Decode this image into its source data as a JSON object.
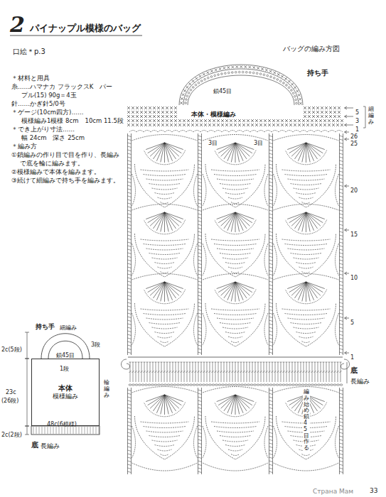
{
  "diagram": {
    "title": "パイナップル模様のバッグ",
    "nodes": [
      {
        "text": [
          "本体",
          "模様編み"
        ]
      }
    ],
    "labels": [
      "2",
      "口絵＊p.3",
      "＊材料と用具",
      "糸……ハマナカ フラックスK　パー",
      "プル(15) 90g＝4玉",
      "針……かぎ針5/0号",
      "＊ゲージ(10cm四方)……",
      "模様編み1模様 8cm　10cm 11.5段",
      "＊でき上がり寸法……",
      "幅 24cm　深さ 25cm",
      "＊編み方",
      "①鎖編みの作り目で目を作り、長編み",
      "で底を輪に編みます。",
      "②模様編みで本体を編みます。",
      "③続けて細編みで持ち手を編みます。",
      "バッグの編み方図",
      "持ち手",
      "鎖45目",
      "本体・模様編み",
      "3目",
      "3目",
      "5",
      "3",
      "1",
      "細編み",
      "26",
      "25",
      "20",
      "15",
      "10",
      "5",
      "1",
      "底",
      "長編み",
      "編み始め鎖45目作る",
      "持ち手",
      "細編み",
      "3段",
      "鎖45目",
      "1段",
      "2c(5段)",
      "23c",
      "(26段)",
      "輪編み",
      "48c(6模様)",
      "2c(2段)",
      "底",
      "長編み",
      "33",
      "Страна Мам"
    ]
  }
}
